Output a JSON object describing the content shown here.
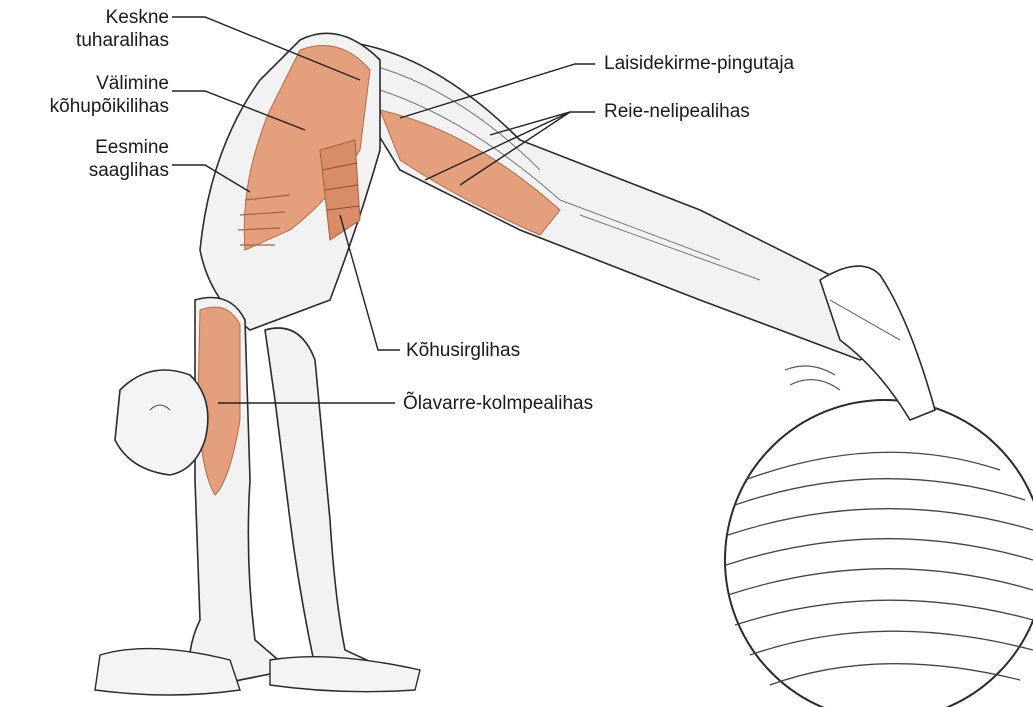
{
  "labels": {
    "gluteus_medius": {
      "line1": "Keskne",
      "line2": "tuharalihas"
    },
    "external_oblique": {
      "line1": "Välimine",
      "line2": "kõhupõikilihas"
    },
    "serratus_anterior": {
      "line1": "Eesmine",
      "line2": "saaglihas"
    },
    "tensor_fasciae_latae": "Laisidekirme-pingutaja",
    "quadriceps": "Reie-nelipealihas",
    "rectus_abdominis": "Kõhusirglihas",
    "triceps": "Õlavarre-kolmpealihas"
  },
  "colors": {
    "muscle_highlight": "#e4a07c",
    "muscle_shadow": "#c97a55",
    "outline": "#2b2b2b",
    "body_fill": "#f4f4f4",
    "leader_line": "#222222"
  }
}
